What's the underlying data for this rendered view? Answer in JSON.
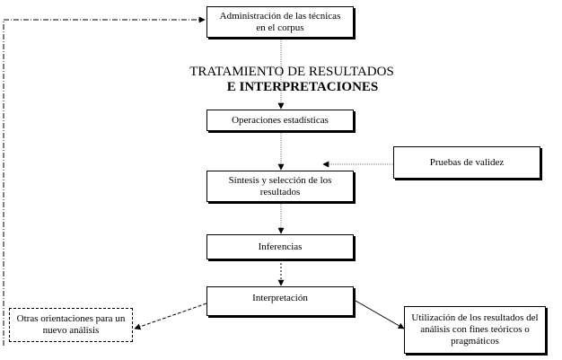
{
  "nodes": {
    "administracion": "Administración de las técnicas\nen el corpus",
    "tratamiento": "TRATAMIENTO DE RESULTADOS",
    "interpretaciones": "E INTERPRETACIONES",
    "operaciones": "Operaciones estadísticas",
    "sintesis": "Síntesis y selección de los\nresultados",
    "pruebas": "Pruebas de validez",
    "inferencias": "Inferencias",
    "interpretacion": "Interpretación",
    "otras": "Otras orientaciones para un\nnuevo análisis",
    "utilizacion": "Utilización de los resultados del\nanálisis con fines teóricos o\npragmáticos"
  },
  "colors": {
    "line": "#000000",
    "arrow_gray": "#808080"
  }
}
